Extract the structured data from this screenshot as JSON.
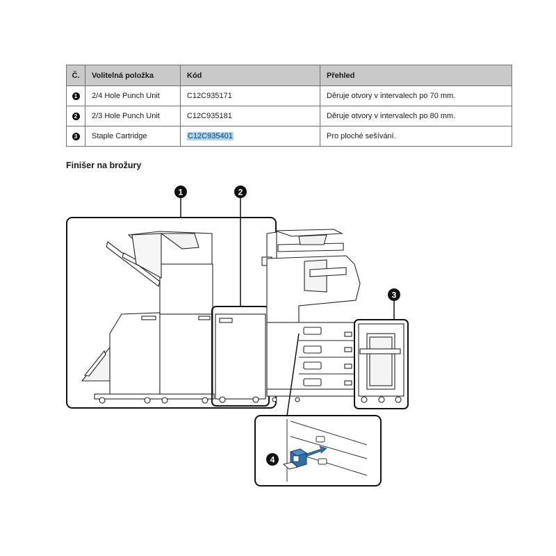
{
  "table": {
    "headers": {
      "num": "Č.",
      "item": "Volitelná položka",
      "code": "Kód",
      "summary": "Přehled"
    },
    "rows": [
      {
        "num": "1",
        "item": "2/4 Hole Punch Unit",
        "code": "C12C935171",
        "summary": "Děruje otvory v intervalech po 70 mm."
      },
      {
        "num": "2",
        "item": "2/3 Hole Punch Unit",
        "code": "C12C935181",
        "summary": "Děruje otvory v intervalech po 80 mm."
      },
      {
        "num": "3",
        "item": "Staple Cartridge",
        "code": "C12C935401",
        "summary": "Pro ploché sešívání."
      }
    ]
  },
  "section_heading": "Finišer na brožury",
  "callouts": {
    "c1": "1",
    "c2": "2",
    "c3": "3",
    "c4": "4"
  },
  "colors": {
    "highlight": "#a9d6ee",
    "staple_blue": "#2f6fa8"
  }
}
